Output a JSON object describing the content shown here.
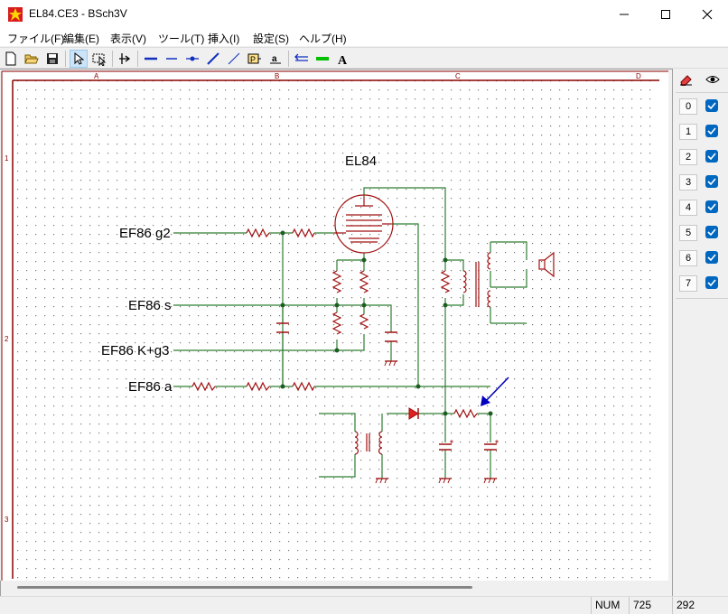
{
  "window": {
    "title": "EL84.CE3 - BSch3V"
  },
  "menu": [
    "ファイル(F)",
    "編集(E)",
    "表示(V)",
    "ツール(T)",
    "挿入(I)",
    "設定(S)",
    "ヘルプ(H)"
  ],
  "sheet": {
    "col_labels": [
      "A",
      "B",
      "C",
      "D"
    ],
    "row_labels": [
      "1",
      "2",
      "3"
    ],
    "component_label": "EL84",
    "net_labels": {
      "g2": "EF86 g2",
      "s": "EF86 s",
      "k": "EF86 K+g3",
      "a": "EF86 a"
    }
  },
  "layers": [
    {
      "num": "0",
      "visible": true
    },
    {
      "num": "1",
      "visible": true
    },
    {
      "num": "2",
      "visible": true
    },
    {
      "num": "3",
      "visible": true
    },
    {
      "num": "4",
      "visible": true
    },
    {
      "num": "5",
      "visible": true
    },
    {
      "num": "6",
      "visible": true
    },
    {
      "num": "7",
      "visible": true
    }
  ],
  "status": {
    "mode": "NUM",
    "x": "725",
    "y": "292"
  },
  "colors": {
    "wire": "#2e7d32",
    "component": "#a01010",
    "junction": "#1b5e20",
    "arrow": "#0000c0"
  }
}
